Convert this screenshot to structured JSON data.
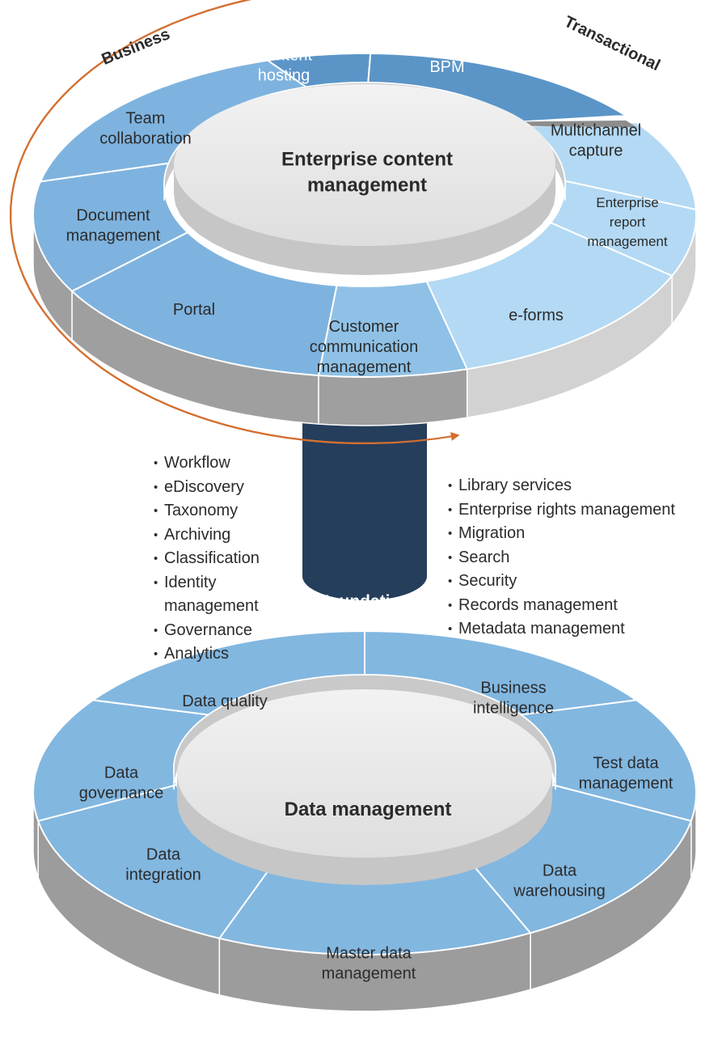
{
  "arrows": {
    "business": "Business",
    "transactional": "Transactional"
  },
  "ecm": {
    "title_lines": [
      "Enterprise content",
      "management"
    ],
    "segments": [
      {
        "id": "content-hosting",
        "lines": [
          "Content",
          "hosting"
        ],
        "color": "#5b95c8"
      },
      {
        "id": "bpm",
        "lines": [
          "BPM"
        ],
        "color": "#5b95c8"
      },
      {
        "id": "multichannel-capture",
        "lines": [
          "Multichannel",
          "capture"
        ],
        "color": "#b3d9f4"
      },
      {
        "id": "enterprise-report-management",
        "lines": [
          "Enterprise",
          "report",
          "management"
        ],
        "color": "#b3d9f4"
      },
      {
        "id": "e-forms",
        "lines": [
          "e-forms"
        ],
        "color": "#b3d9f4"
      },
      {
        "id": "customer-communication-management",
        "lines": [
          "Customer",
          "communication",
          "management"
        ],
        "color": "#8fc1e6"
      },
      {
        "id": "portal",
        "lines": [
          "Portal"
        ],
        "color": "#7eb3df"
      },
      {
        "id": "document-management",
        "lines": [
          "Document",
          "management"
        ],
        "color": "#7eb3df"
      },
      {
        "id": "team-collaboration",
        "lines": [
          "Team",
          "collaboration"
        ],
        "color": "#7eb3df"
      }
    ]
  },
  "foundation": {
    "label": "Foundation",
    "left_items": [
      {
        "lines": [
          "Workflow"
        ]
      },
      {
        "lines": [
          "eDiscovery"
        ]
      },
      {
        "lines": [
          "Taxonomy"
        ]
      },
      {
        "lines": [
          "Archiving"
        ]
      },
      {
        "lines": [
          "Classification"
        ]
      },
      {
        "lines": [
          "Identity",
          "management"
        ]
      },
      {
        "lines": [
          "Governance"
        ]
      },
      {
        "lines": [
          "Analytics"
        ]
      }
    ],
    "right_items": [
      {
        "lines": [
          "Library services"
        ]
      },
      {
        "lines": [
          "Enterprise rights management"
        ]
      },
      {
        "lines": [
          "Migration"
        ]
      },
      {
        "lines": [
          "Search"
        ]
      },
      {
        "lines": [
          "Security"
        ]
      },
      {
        "lines": [
          "Records management"
        ]
      },
      {
        "lines": [
          "Metadata management"
        ]
      }
    ]
  },
  "dm": {
    "title": "Data management",
    "segments": [
      {
        "id": "business-intelligence",
        "lines": [
          "Business",
          "intelligence"
        ]
      },
      {
        "id": "test-data-management",
        "lines": [
          "Test data",
          "management"
        ]
      },
      {
        "id": "data-warehousing",
        "lines": [
          "Data",
          "warehousing"
        ]
      },
      {
        "id": "master-data-management",
        "lines": [
          "Master data",
          "management"
        ]
      },
      {
        "id": "data-integration",
        "lines": [
          "Data",
          "integration"
        ]
      },
      {
        "id": "data-governance",
        "lines": [
          "Data",
          "governance"
        ]
      },
      {
        "id": "data-quality",
        "lines": [
          "Data quality"
        ]
      }
    ],
    "color": "#82b7e0"
  },
  "colors": {
    "arc": "#d46f30",
    "pillar": "#253e5c",
    "ring_side": "#9c9c9c",
    "hub_top": "#e9e9e9",
    "hub_side": "#c8c8c8",
    "text": "#2b2b2b"
  }
}
